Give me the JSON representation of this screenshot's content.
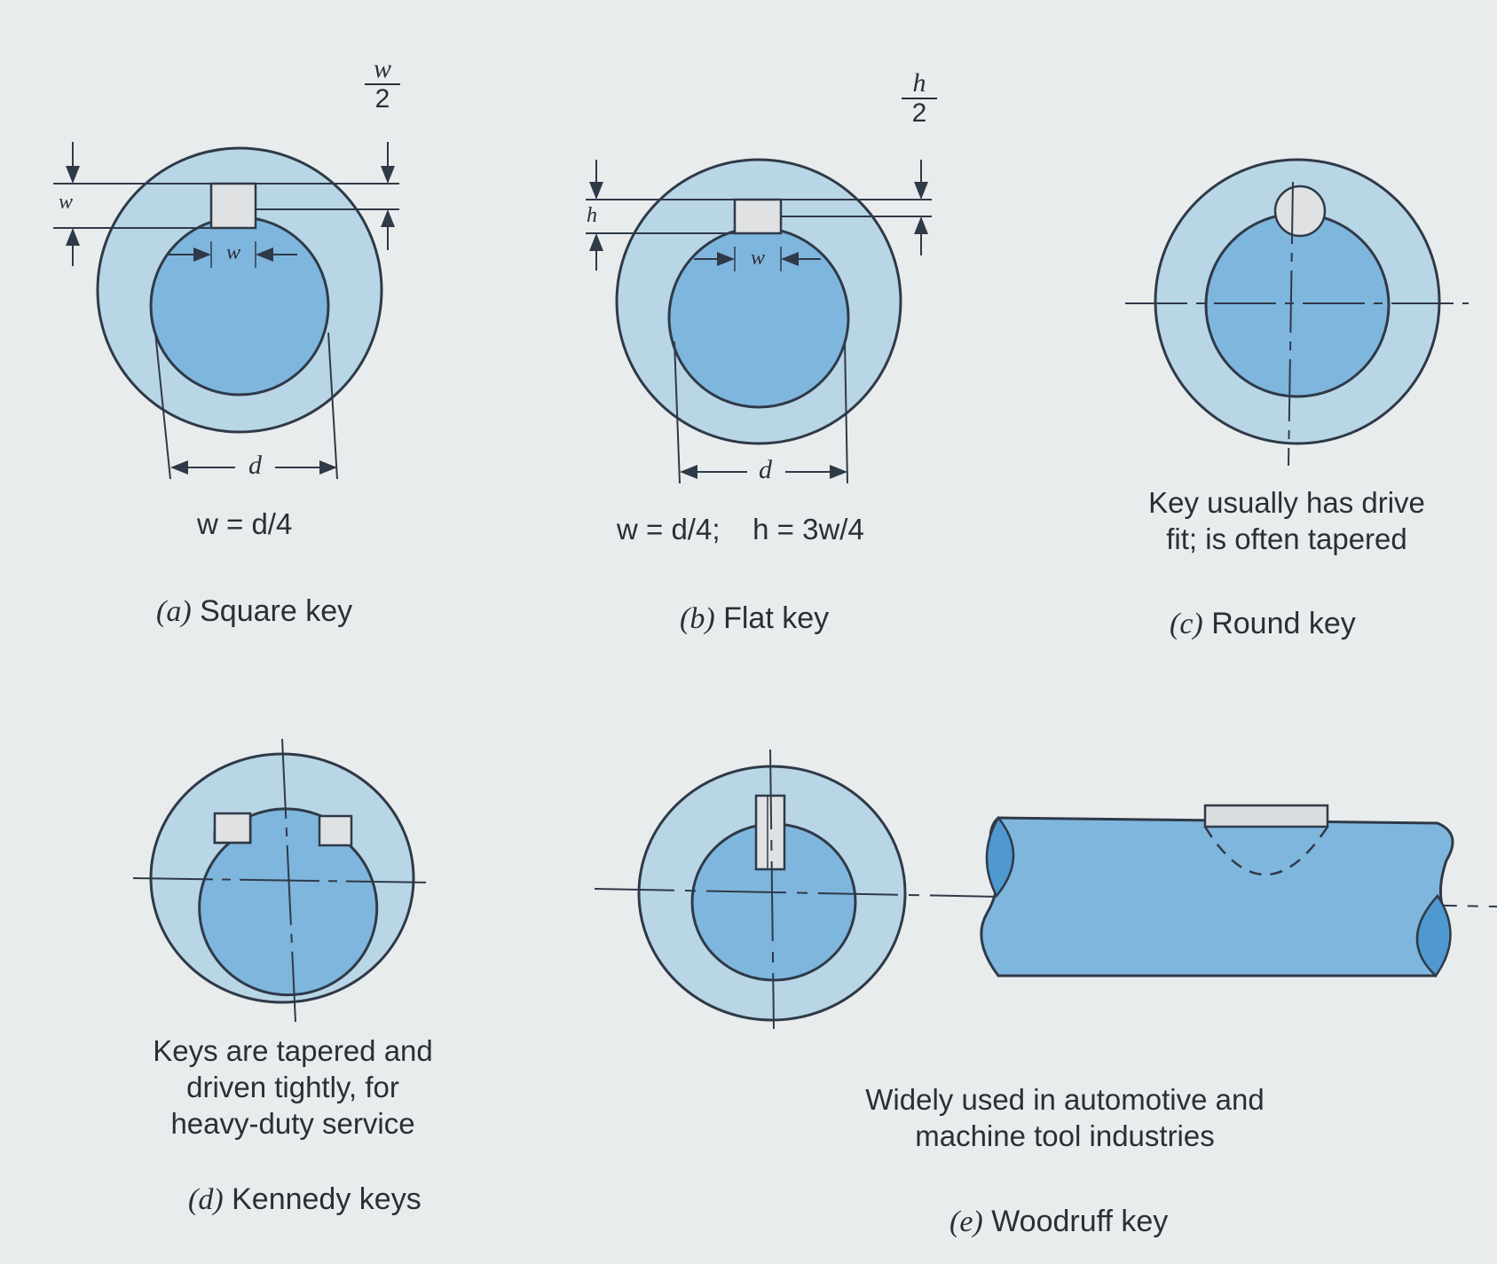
{
  "figure": {
    "a": {
      "formula": "w = d/4",
      "caption_letter": "(a)",
      "caption_text": "Square key",
      "dim_w_side": "w",
      "dim_w_inner": "w",
      "dim_d": "d",
      "frac_num": "w",
      "frac_den": "2"
    },
    "b": {
      "formula": "w = d/4;    h = 3w/4",
      "caption_letter": "(b)",
      "caption_text": "Flat key",
      "dim_h_side": "h",
      "dim_w_inner": "w",
      "dim_d": "d",
      "frac_num": "h",
      "frac_den": "2"
    },
    "c": {
      "note_line1": "Key usually has drive",
      "note_line2": "fit; is often tapered",
      "caption_letter": "(c)",
      "caption_text": "Round key"
    },
    "d": {
      "note_line1": "Keys are tapered and",
      "note_line2": "driven tightly, for",
      "note_line3": "heavy-duty service",
      "caption_letter": "(d)",
      "caption_text": "Kennedy keys"
    },
    "e": {
      "note_line1": "Widely used in automotive and",
      "note_line2": "machine tool industries",
      "caption_letter": "(e)",
      "caption_text": "Woodruff key"
    }
  },
  "colors": {
    "hub": "#b9d6e6",
    "shaft": "#7fb6de",
    "line": "#2f3a48",
    "key": "#dfe1e3"
  }
}
